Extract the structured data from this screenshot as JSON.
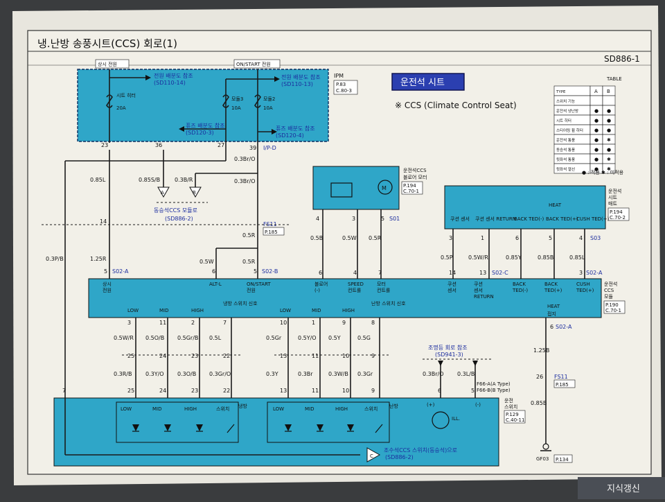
{
  "header": {
    "title": "냉.난방 송풍시트(CCS) 회로(1)",
    "code": "SD886-1"
  },
  "ipm": {
    "label": "IPM",
    "ref": [
      "P.83",
      "C.80-3"
    ],
    "constant_power": "상시 전원",
    "on_start_power": "ON/START 전원",
    "ref1": [
      "전원 배분도 참조",
      "(SD110-14)"
    ],
    "ref2": [
      "전원 배분도 참조",
      "(SD110-13)"
    ],
    "ref3": [
      "퓨즈 배분도 참조",
      "(SD120-3)"
    ],
    "ref4": [
      "퓨즈 배분도 참조",
      "(SD120-4)"
    ],
    "fuse1": [
      "시트 히터",
      "20A"
    ],
    "fuse2": [
      "모듈3",
      "10A"
    ],
    "fuse3": [
      "모듈2",
      "10A"
    ],
    "pins": [
      "23",
      "36",
      "27",
      "39"
    ],
    "ip_d": "I/P-D"
  },
  "title_box": "운전석 시트",
  "ccs_note": "※ CCS (Climate Control Seat)",
  "table": {
    "title": "TABLE",
    "header": [
      "TYPE",
      "A",
      "B"
    ],
    "rows": [
      {
        "label": "스위치 기능",
        "a": "",
        "b": ""
      },
      {
        "label": "운전석 냉난방",
        "a": "●",
        "b": "●"
      },
      {
        "label": "시트 히터",
        "a": "●",
        "b": "●"
      },
      {
        "label": "스티어링 휠 히터",
        "a": "●",
        "b": "●"
      },
      {
        "label": "운전석 통풍",
        "a": "●",
        "b": "✱"
      },
      {
        "label": "동승석 통풍",
        "a": "●",
        "b": "●"
      },
      {
        "label": "뒷좌석 통풍",
        "a": "●",
        "b": "✱"
      },
      {
        "label": "뒷좌석 열선",
        "a": "●",
        "b": "✱"
      }
    ],
    "legend": "● : 적용  ✱ : 미적용"
  },
  "blower_motor": {
    "label": [
      "운전석CCS",
      "블로어 모터"
    ],
    "ref": [
      "P.194",
      "C.70-1"
    ],
    "pins": [
      "4",
      "3",
      "5"
    ],
    "s": "S01"
  },
  "seat_heater": {
    "label": [
      "운전석",
      "시트",
      "매트"
    ],
    "ref": [
      "P.194",
      "C.70-2"
    ],
    "heat": "HEAT",
    "cols": [
      "쿠션 센서",
      "쿠션 센서 RETURN",
      "BACK TED(-)",
      "BACK TED(+)",
      "CUSH TED(+)"
    ],
    "pins": [
      "3",
      "1",
      "6",
      "5",
      "4"
    ],
    "s": "S03"
  },
  "wires": {
    "w085l": "0.85L",
    "w03pb": "0.3P/B",
    "w125r": "1.25R",
    "w085sb": "0.85S/B",
    "w03br": "0.3B/R",
    "w03bro": "0.3Br/O",
    "w05r": "0.5R",
    "w05w": "0.5W",
    "w05b": "0.5B",
    "w05p": "0.5P",
    "w05wr": "0.5W/R",
    "w085y": "0.85Y",
    "w085b": "0.85B",
    "w125b": "1.25B",
    "w085b2": "0.85B"
  },
  "connectors": [
    "A",
    "B",
    "C"
  ],
  "passenger_ref": [
    "동승석CCS 모듈로",
    "(SD886-2)"
  ],
  "module": {
    "label": [
      "운전석",
      "CCS",
      "모듈"
    ],
    "ref": [
      "P.190",
      "C.70-1"
    ],
    "cols": [
      "상시 전원",
      "ALT-L",
      "ON/START 전원",
      "블로어 (-)",
      "SPEED 컨트롤",
      "모터 컨트롤",
      "쿠션 센서",
      "쿠션 센서 RETURN",
      "BACK TED(-)",
      "BACK TED(+)",
      "CUSH TED(+)"
    ],
    "heat_gnd": [
      "HEAT",
      "접지"
    ],
    "s02a": "S02-A",
    "s02b": "S02-B",
    "s02c": "S02-C"
  },
  "switch_groups": [
    {
      "low": "LOW",
      "mid": "MID",
      "high": "HIGH",
      "sig": "냉방 스위치 신호",
      "pins": [
        "3",
        "11",
        "2",
        "7"
      ],
      "wires": [
        "0.5W/R",
        "0.5O/B",
        "0.5Gr/B",
        "0.5L"
      ],
      "pins2": [
        "25",
        "24",
        "23",
        "22"
      ],
      "wires2": [
        "0.3R/B",
        "0.3Y/O",
        "0.3O/B",
        "0.3Gr/O"
      ]
    },
    {
      "low": "LOW",
      "mid": "MID",
      "high": "HIGH",
      "sig": "난방 스위치 신호",
      "pins": [
        "10",
        "1",
        "9",
        "8"
      ],
      "wires": [
        "0.5Gr",
        "0.5Y/O",
        "0.5Y",
        "0.5G"
      ],
      "pins2": [
        "13",
        "11",
        "10",
        "9"
      ],
      "wires2": [
        "0.3Y",
        "0.3Br",
        "0.3W/B",
        "0.3Gr"
      ]
    }
  ],
  "switch_panel": {
    "ref": [
      "P.129",
      "C.40-11"
    ],
    "label": [
      "운전",
      "스위치"
    ],
    "cool": "냉방",
    "heat": "난방",
    "sw": "스위치",
    "ill": "ILL.",
    "fuse_ref": [
      "조명등 회로 참조",
      "(SD941-3)"
    ],
    "f66a": "F66-A(A Type)",
    "f66b": "F66-B(B Type)",
    "passenger_sw": "조수석CCS 스위치(동승석)으로",
    "passenger_code": "(SD886-2)"
  },
  "fs11": [
    "FS11",
    "P.185"
  ],
  "ground": [
    "GF03",
    "P.134"
  ],
  "corner_button": "지식갱신"
}
